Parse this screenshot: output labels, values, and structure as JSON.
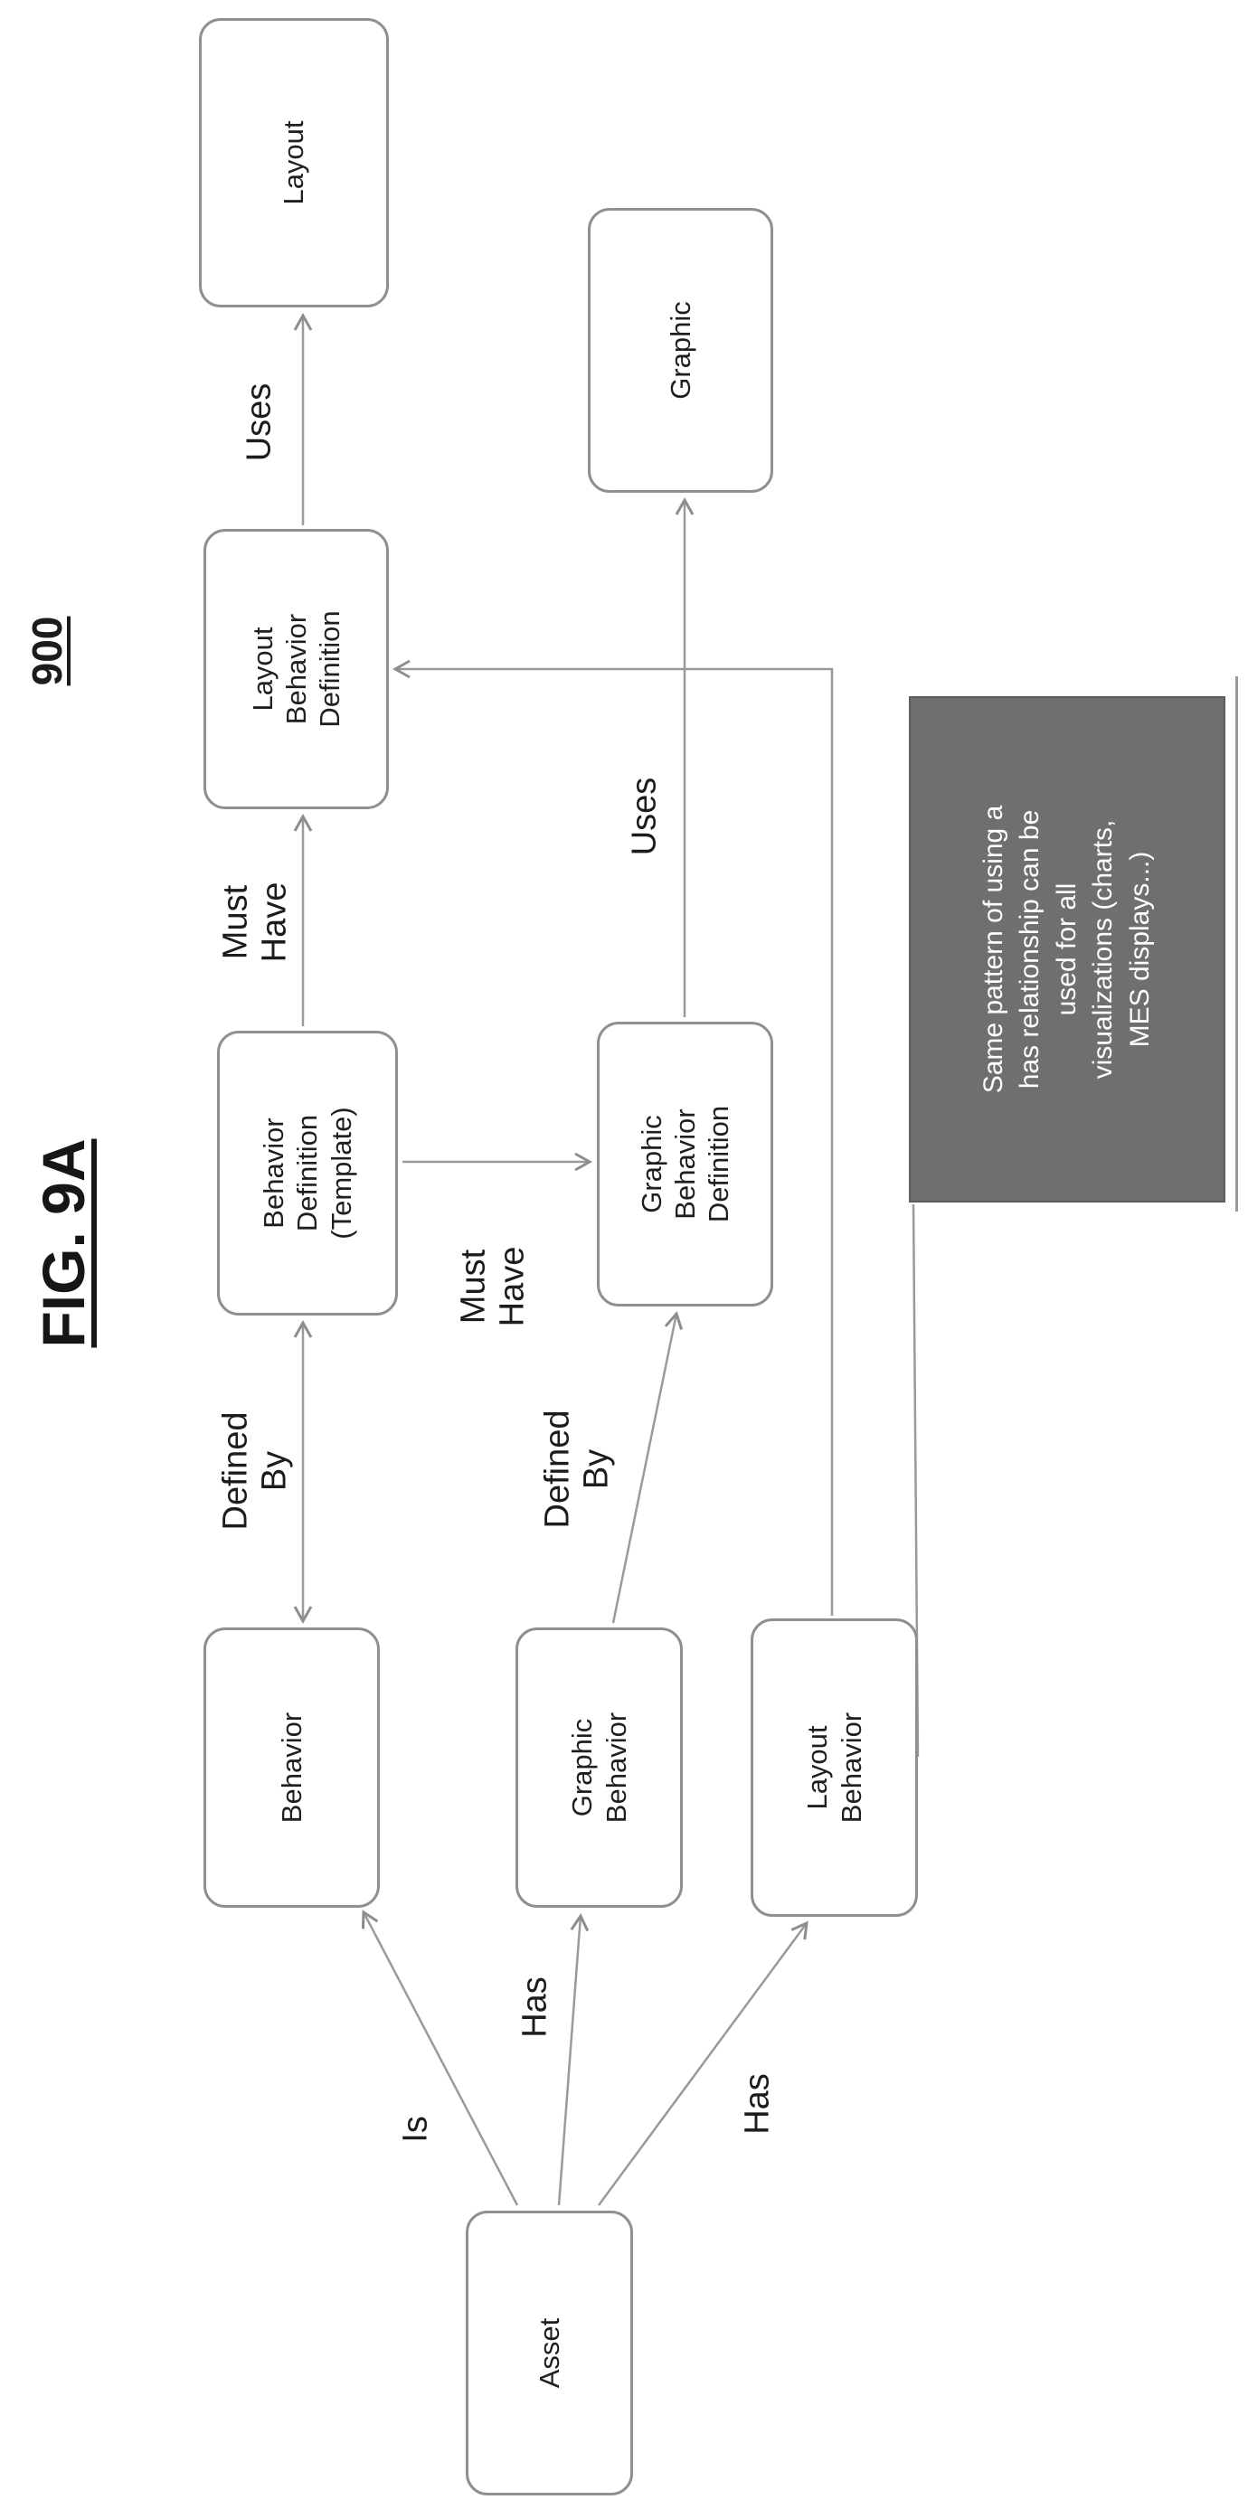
{
  "figure": {
    "title": "FIG. 9A",
    "reference_number": "900"
  },
  "nodes": {
    "asset": {
      "label": "Asset"
    },
    "behavior": {
      "label": "Behavior"
    },
    "graphic_behavior": {
      "label": "Graphic\nBehavior"
    },
    "layout_behavior": {
      "label": "Layout\nBehavior"
    },
    "behavior_definition_template": {
      "label": "Behavior\nDefinition\n(Template)"
    },
    "graphic_behavior_definition": {
      "label": "Graphic\nBehavior\nDefinition"
    },
    "layout_behavior_definition": {
      "label": "Layout\nBehavior\nDefinition"
    },
    "layout": {
      "label": "Layout"
    },
    "graphic": {
      "label": "Graphic"
    }
  },
  "edge_labels": {
    "is": "Is",
    "has_graphic": "Has",
    "has_layout": "Has",
    "defined_by_behavior": "Defined\nBy",
    "defined_by_graphic": "Defined\nBy",
    "must_have_layout": "Must\nHave",
    "must_have_graphic": "Must\nHave",
    "uses_layout": "Uses",
    "uses_graphic": "Uses"
  },
  "note": {
    "text": "Same pattern of using a\nhas relationship can be\nused for all\nvisualizations (charts,\nMES displays...)",
    "background": "#6f6f6f",
    "text_color": "#ffffff"
  },
  "colors": {
    "box_border": "#8f8f8f",
    "line": "#9a9a9a",
    "text": "#1f1f1f"
  }
}
